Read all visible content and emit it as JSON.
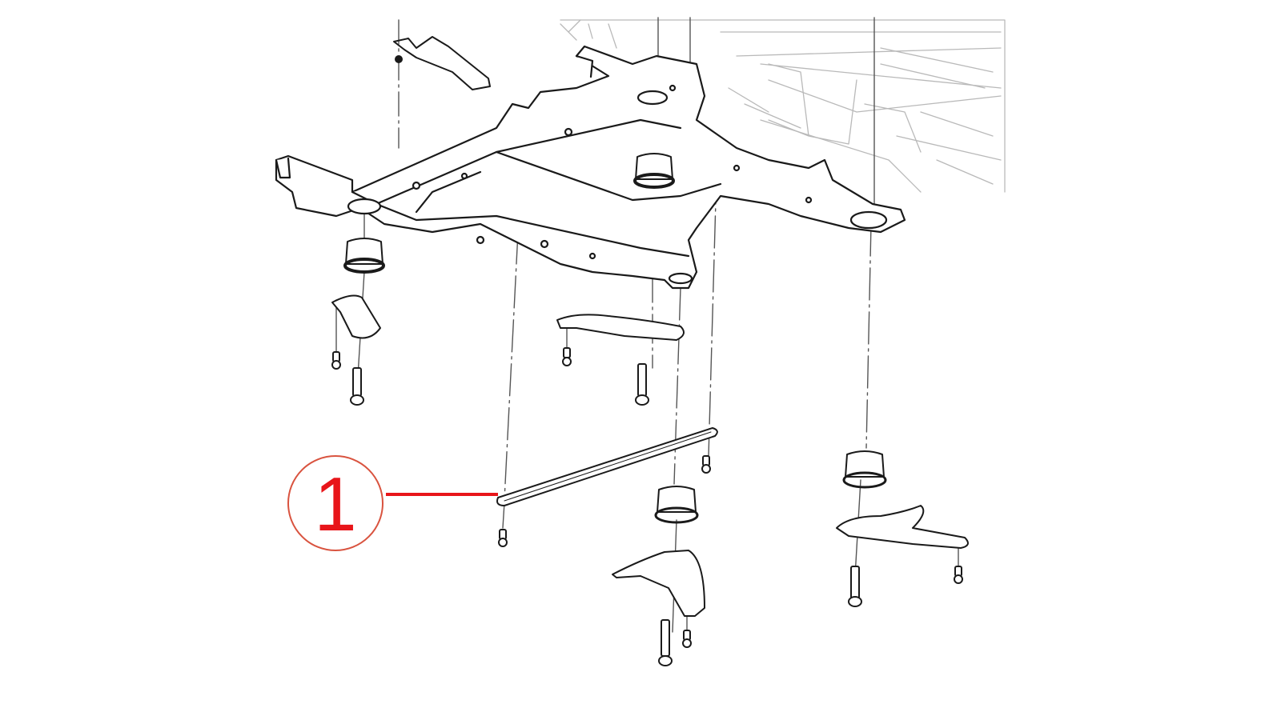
{
  "diagram": {
    "type": "exploded-parts-diagram",
    "subject": "front subframe / cradle assembly with mounts, bushings and bolts",
    "background_color": "#ffffff",
    "line_color": "#1a1a1a",
    "callouts": [
      {
        "label": "1",
        "color": "#e8151a",
        "circle_color": "#d9533f",
        "points_to": "cross brace bar"
      }
    ],
    "parts": [
      "subframe",
      "body-structure (faded background)",
      "upper bracket",
      "bushing (front-left)",
      "bushing (center)",
      "bushing (rear-right)",
      "bushing (lower-center)",
      "mount bracket (left)",
      "mount bracket (center)",
      "mount bracket (lower)",
      "mount bracket (right)",
      "cross brace bar",
      "bolts"
    ]
  }
}
